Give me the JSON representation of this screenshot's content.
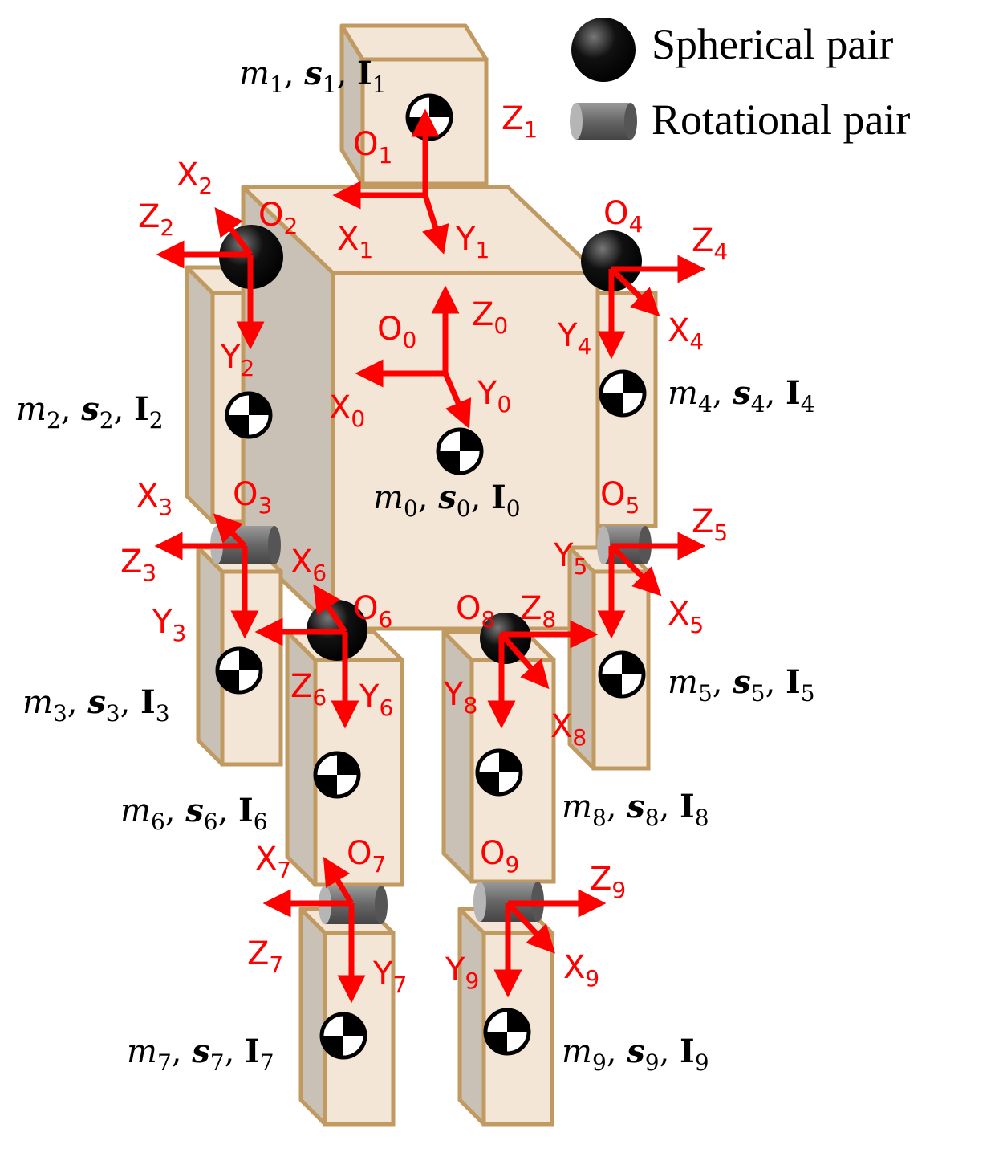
{
  "legend": {
    "spherical_label": "Spherical pair",
    "rotational_label": "Rotational pair"
  },
  "colors": {
    "body_face": "#f4e6d6",
    "body_side": "#c9c1b5",
    "body_edge": "#c09a60",
    "axis": "#ff0000",
    "spherical_joint": "#000000",
    "rotational_joint": "#666666"
  },
  "links": [
    {
      "id": "0",
      "mass": "m",
      "sub": "0",
      "s": "s",
      "I": "I",
      "sep": ","
    },
    {
      "id": "1",
      "mass": "m",
      "sub": "1",
      "s": "s",
      "I": "I",
      "sep": ","
    },
    {
      "id": "2",
      "mass": "m",
      "sub": "2",
      "s": "s",
      "I": "I",
      "sep": ","
    },
    {
      "id": "3",
      "mass": "m",
      "sub": "3",
      "s": "s",
      "I": "I",
      "sep": ","
    },
    {
      "id": "4",
      "mass": "m",
      "sub": "4",
      "s": "s",
      "I": "I",
      "sep": ","
    },
    {
      "id": "5",
      "mass": "m",
      "sub": "5",
      "s": "s",
      "I": "I",
      "sep": ","
    },
    {
      "id": "6",
      "mass": "m",
      "sub": "6",
      "s": "s",
      "I": "I",
      "sep": ","
    },
    {
      "id": "7",
      "mass": "m",
      "sub": "7",
      "s": "s",
      "I": "I",
      "sep": ","
    },
    {
      "id": "8",
      "mass": "m",
      "sub": "8",
      "s": "s",
      "I": "I",
      "sep": ","
    },
    {
      "id": "9",
      "mass": "m",
      "sub": "9",
      "s": "s",
      "I": "I",
      "sep": ","
    }
  ],
  "frames": [
    {
      "id": "0",
      "origin": "O",
      "x": "X",
      "y": "Y",
      "z": "Z",
      "sub": "0"
    },
    {
      "id": "1",
      "origin": "O",
      "x": "X",
      "y": "Y",
      "z": "Z",
      "sub": "1"
    },
    {
      "id": "2",
      "origin": "O",
      "x": "X",
      "y": "Y",
      "z": "Z",
      "sub": "2"
    },
    {
      "id": "3",
      "origin": "O",
      "x": "X",
      "y": "Y",
      "z": "Z",
      "sub": "3"
    },
    {
      "id": "4",
      "origin": "O",
      "x": "X",
      "y": "Y",
      "z": "Z",
      "sub": "4"
    },
    {
      "id": "5",
      "origin": "O",
      "x": "X",
      "y": "Y",
      "z": "Z",
      "sub": "5"
    },
    {
      "id": "6",
      "origin": "O",
      "x": "X",
      "y": "Y",
      "z": "Z",
      "sub": "6"
    },
    {
      "id": "7",
      "origin": "O",
      "x": "X",
      "y": "Y",
      "z": "Z",
      "sub": "7"
    },
    {
      "id": "8",
      "origin": "O",
      "x": "X",
      "y": "Y",
      "z": "Z",
      "sub": "8"
    },
    {
      "id": "9",
      "origin": "O",
      "x": "X",
      "y": "Y",
      "z": "Z",
      "sub": "9"
    }
  ]
}
